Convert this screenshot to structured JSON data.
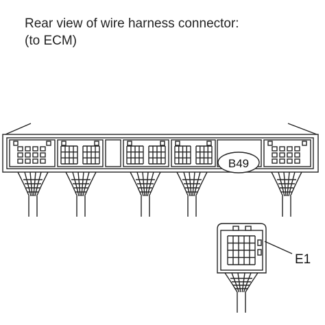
{
  "caption": {
    "line1": "Rear view of wire harness connector:",
    "line2": "(to ECM)"
  },
  "ecm_connector": {
    "label": "B49"
  },
  "small_connector": {
    "label": "E1"
  },
  "colors": {
    "line": "#222222",
    "fill": "#ffffff"
  }
}
